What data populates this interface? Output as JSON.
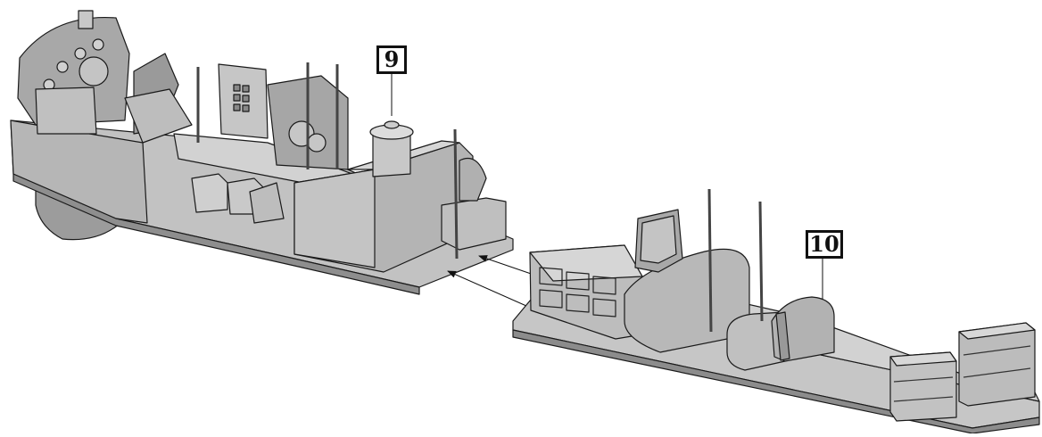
{
  "diagram": {
    "callouts": [
      {
        "id": "9",
        "label": "9"
      },
      {
        "id": "10",
        "label": "10"
      }
    ],
    "colors": {
      "part_fill": "#b8b8b8",
      "part_light": "#d4d4d4",
      "part_dark": "#8e8e8e",
      "outline": "#1a1a1a",
      "background": "#ffffff"
    }
  }
}
